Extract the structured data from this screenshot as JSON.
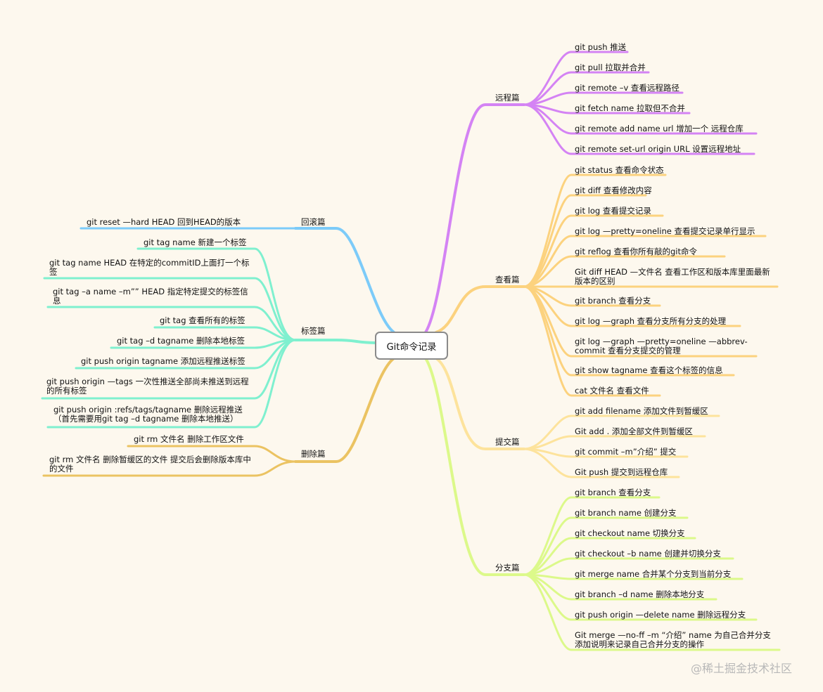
{
  "root": "Git命令记录",
  "watermark": "@稀土掘金技术社区",
  "branches": {
    "remote": {
      "label": "远程篇",
      "color": "#d483f4",
      "items": [
        "git push  推送",
        "git pull  拉取并合并",
        "git remote –v  查看远程路径",
        "git fetch name  拉取但不合并",
        "git remote add name url   增加一个 远程仓库",
        "git remote set-url origin URL  设置远程地址"
      ]
    },
    "view": {
      "label": "查看篇",
      "color": "#fcd27e",
      "items": [
        "git status 查看命令状态",
        "git diff  查看修改内容",
        "git log  查看提交记录",
        "git log —pretty=oneline  查看提交记录单行显示",
        "git reflog  查看你所有敲的git命令",
        "Git diff HEAD  —文件名   查看工作区和版本库里面最新版本的区别",
        "git branch  查看分支",
        "git log —graph  查看分支所有分支的处理",
        "git log —graph —pretty=oneline —abbrev-commit  查看分支提交的管理",
        "git show tagname  查看这个标签的信息",
        "cat  文件名  查看文件"
      ]
    },
    "commit": {
      "label": "提交篇",
      "color": "#fde39c",
      "items": [
        "git add filename  添加文件到暂缓区",
        "Git add .  添加全部文件到暂缓区",
        "git commit –m”介绍”  提交",
        "Git push  提交到远程仓库"
      ]
    },
    "branch": {
      "label": "分支篇",
      "color": "#dcf98a",
      "items": [
        "git branch  查看分支",
        "git branch name   创建分支",
        "git checkout name  切换分支",
        "git checkout –b name  创建并切换分支",
        "git merge name  合并某个分支到当前分支",
        "git branch –d name  删除本地分支",
        "git push origin —delete name  删除远程分支",
        "Git merge —no-ff –m “介绍”  name   为自己合并分支添加说明来记录自己合并分支的操作"
      ]
    },
    "rollback": {
      "label": "回滚篇",
      "color": "#7ccbf9",
      "items": [
        "git reset —hard HEAD  回到HEAD的版本"
      ]
    },
    "tag": {
      "label": "标签篇",
      "color": "#7ff0cf",
      "items": [
        "git tag name  新建一个标签",
        "git tag name HEAD   在特定的commitID上面打一个标签",
        "git tag –a name –m”” HEAD  指定特定提交的标签信息",
        "git tag  查看所有的标签",
        "git tag –d tagname  删除本地标签",
        "git push origin tagname  添加远程推送标签",
        "git push origin —tags  一次性推送全部尚未推送到远程的所有标签",
        "git push origin :refs/tags/tagname  删除远程推送（首先需要用git tag –d tagname  删除本地推送）"
      ]
    },
    "delete": {
      "label": "删除篇",
      "color": "#ebc362",
      "items": [
        "git rm  文件名  删除工作区文件",
        "git rm   文件名  删除暂缓区的文件  提交后会删除版本库中的文件"
      ]
    }
  }
}
